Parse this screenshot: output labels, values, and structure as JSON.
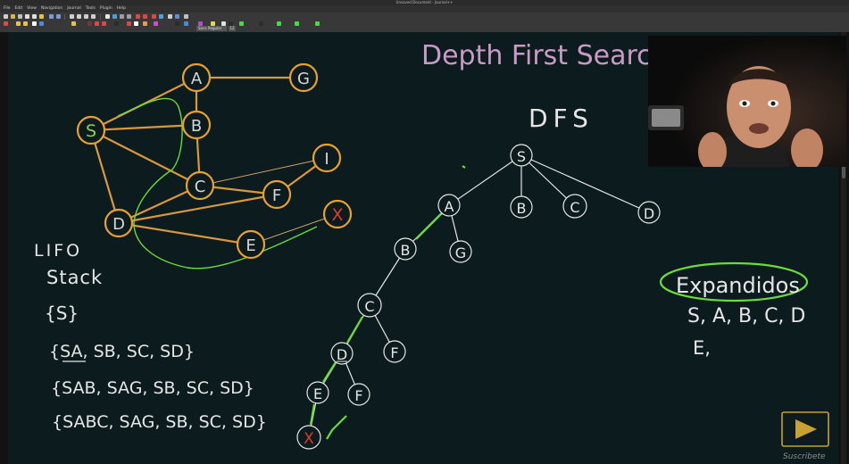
{
  "window": {
    "title": "Unsaved Document - Journal++"
  },
  "menu": [
    "File",
    "Edit",
    "View",
    "Navigation",
    "Journal",
    "Tools",
    "Plugin",
    "Help"
  ],
  "toolbar": {
    "font_name": "Sans Regular",
    "font_size": "12"
  },
  "page": {
    "title": "Depth First Searc",
    "dfs_label": "DFS",
    "lifo_label": "LIFO",
    "stack_label": "Stack",
    "stack_rows": [
      "{S}",
      "{SA, SB, SC, SD}",
      "{SAB, SAG, SB, SC, SD}",
      "{SABC, SAG, SB, SC, SD}"
    ],
    "expandidos_label": "Expandidos",
    "expanded_row1": "S, A, B, C, D",
    "expanded_row2": "E,",
    "subscribe_label": "Suscribete"
  },
  "graph": {
    "nodes": [
      {
        "id": "S",
        "label": "S",
        "color": "#8fd14f"
      },
      {
        "id": "A",
        "label": "A",
        "color": "#d7d7d7"
      },
      {
        "id": "G",
        "label": "G",
        "color": "#d7d7d7"
      },
      {
        "id": "B",
        "label": "B",
        "color": "#d7d7d7"
      },
      {
        "id": "C",
        "label": "C",
        "color": "#d7d7d7"
      },
      {
        "id": "I",
        "label": "I",
        "color": "#d7d7d7"
      },
      {
        "id": "F",
        "label": "F",
        "color": "#d7d7d7"
      },
      {
        "id": "X",
        "label": "X",
        "color": "#e23b2e"
      },
      {
        "id": "D",
        "label": "D",
        "color": "#d7d7d7"
      },
      {
        "id": "E",
        "label": "E",
        "color": "#d7d7d7"
      }
    ],
    "edges": [
      [
        "S",
        "A"
      ],
      [
        "A",
        "G"
      ],
      [
        "A",
        "B"
      ],
      [
        "S",
        "B"
      ],
      [
        "S",
        "C"
      ],
      [
        "S",
        "D"
      ],
      [
        "B",
        "C"
      ],
      [
        "C",
        "I"
      ],
      [
        "C",
        "F"
      ],
      [
        "I",
        "F"
      ],
      [
        "C",
        "D"
      ],
      [
        "D",
        "F"
      ],
      [
        "D",
        "E"
      ],
      [
        "E",
        "X"
      ]
    ]
  },
  "tree": {
    "nodes": [
      "S",
      "A",
      "B",
      "C",
      "D",
      "G",
      "B",
      "C",
      "F",
      "D",
      "E",
      "F",
      "X"
    ],
    "edges": [
      [
        "S",
        "A"
      ],
      [
        "S",
        "B"
      ],
      [
        "S",
        "C"
      ],
      [
        "S",
        "D"
      ],
      [
        "A",
        "B"
      ],
      [
        "A",
        "G"
      ],
      [
        "B",
        "C"
      ],
      [
        "C",
        "D"
      ],
      [
        "C",
        "F"
      ],
      [
        "D",
        "E"
      ],
      [
        "D",
        "F"
      ],
      [
        "E",
        "X"
      ]
    ]
  },
  "colors": {
    "board": "#0c1b1e",
    "graph_node_stroke": "#e8a12e",
    "graph_edge": "#d9983a",
    "highlight": "#6bdc3a",
    "title": "#c79bc4",
    "chalk": "#e6e6e6"
  }
}
